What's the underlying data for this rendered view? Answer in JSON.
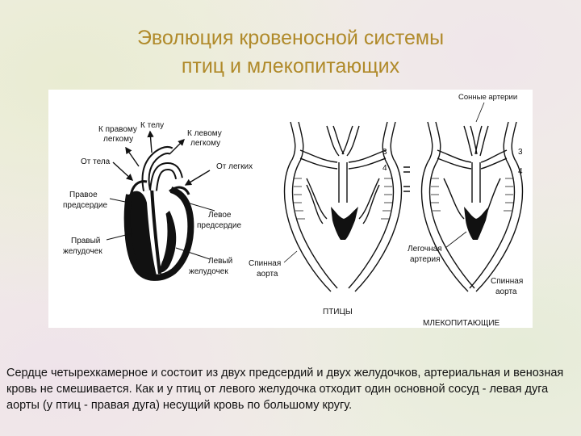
{
  "title": {
    "line1": "Эволюция кровеносной системы",
    "line2": "птиц и млекопитающих"
  },
  "heart_labels": {
    "right_lung": "К правому",
    "right_lung2": "легкому",
    "to_body": "К телу",
    "left_lung": "К левому",
    "left_lung2": "легкому",
    "from_body": "От тела",
    "from_lungs": "От легких",
    "right_atrium": "Правое",
    "right_atrium2": "предсердие",
    "left_atrium": "Левое",
    "left_atrium2": "предсердие",
    "right_ventricle": "Правый",
    "right_ventricle2": "желудочек",
    "left_ventricle": "Левый",
    "left_ventricle2": "желудочек"
  },
  "arches_labels": {
    "carotid": "Сонные артерии",
    "num3": "3",
    "num4": "4",
    "num3b": "3",
    "num4b": "4",
    "dorsal_aorta": "Спинная",
    "dorsal_aorta2": "аорта",
    "pulmonary": "Легочная",
    "pulmonary2": "артерия",
    "dorsal_aorta_b": "Спинная",
    "dorsal_aorta_b2": "аорта",
    "birds": "ПТИЦЫ",
    "mammals": "МЛЕКОПИТАЮЩИЕ"
  },
  "caption": {
    "text": "Сердце четырехкамерное и состоит из двух предсердий и двух желудочков, артериальная и венозная кровь не смешивается. Как и у птиц от левого желудочка отходит один основной сосуд - левая дуга аорты (у птиц - правая дуга) несущий кровь по большому кругу."
  }
}
